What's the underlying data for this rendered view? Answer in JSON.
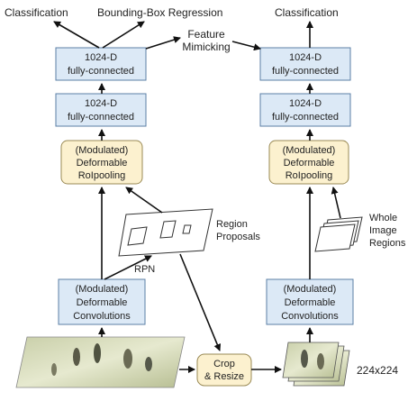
{
  "top_labels": {
    "left_classification": "Classification",
    "bbox_regression": "Bounding-Box Regression",
    "right_classification": "Classification",
    "feature_mimicking_line1": "Feature",
    "feature_mimicking_line2": "Mimicking"
  },
  "left_branch": {
    "fc_top": {
      "line1": "1024-D",
      "line2": "fully-connected"
    },
    "fc_bottom": {
      "line1": "1024-D",
      "line2": "fully-connected"
    },
    "roipool": {
      "line1": "(Modulated)",
      "line2": "Deformable",
      "line3": "RoIpooling"
    },
    "conv": {
      "line1": "(Modulated)",
      "line2": "Deformable",
      "line3": "Convolutions"
    },
    "rpn": "RPN"
  },
  "right_branch": {
    "fc_top": {
      "line1": "1024-D",
      "line2": "fully-connected"
    },
    "fc_bottom": {
      "line1": "1024-D",
      "line2": "fully-connected"
    },
    "roipool": {
      "line1": "(Modulated)",
      "line2": "Deformable",
      "line3": "RoIpooling"
    },
    "conv": {
      "line1": "(Modulated)",
      "line2": "Deformable",
      "line3": "Convolutions"
    }
  },
  "region_proposals": {
    "line1": "Region",
    "line2": "Proposals"
  },
  "whole_image_regions": {
    "line1": "Whole",
    "line2": "Image",
    "line3": "Regions"
  },
  "crop_resize": {
    "line1": "Crop",
    "line2": "& Resize"
  },
  "crop_size": "224x224",
  "colors": {
    "fc_fill": "#dce9f6",
    "fc_stroke": "#5b7fa6",
    "roi_fill": "#fcf1cf",
    "roi_stroke": "#9a8a55",
    "arrow": "#111111"
  }
}
